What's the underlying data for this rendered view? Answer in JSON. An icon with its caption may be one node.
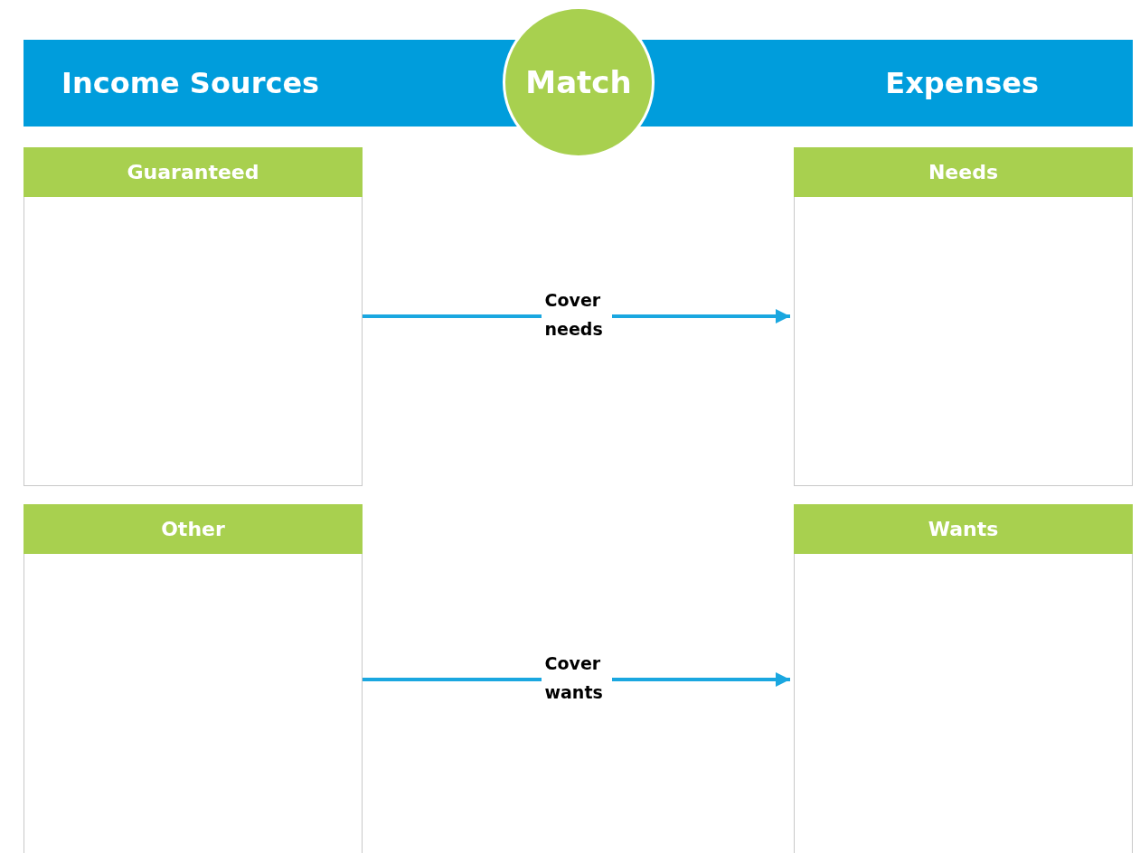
{
  "diagram": {
    "nodes": [
      {
        "text": [
          "Income Sources",
          "Expenses"
        ]
      },
      {
        "text": [
          "Match"
        ]
      },
      {
        "text": [
          "Guaranteed"
        ]
      },
      {
        "text": [
          "Needs"
        ]
      },
      {
        "text": [
          "Other"
        ]
      },
      {
        "text": [
          "Wants"
        ]
      }
    ],
    "edges": [
      {
        "from": 2,
        "to": 3,
        "arrow": "to",
        "label": "Cover needs"
      },
      {
        "from": 4,
        "to": 5,
        "arrow": "to",
        "label": "Cover wants"
      }
    ]
  }
}
